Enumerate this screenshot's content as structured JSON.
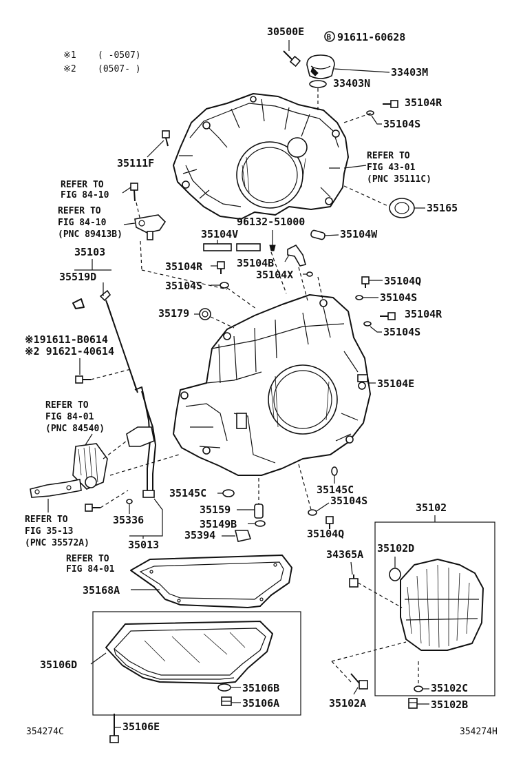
{
  "legend": {
    "note1_mark": "※1",
    "note1_range": "(      -0507)",
    "note2_mark": "※2",
    "note2_range": "(0507-      )"
  },
  "labels": {
    "p30500e": "30500E",
    "p91611_60628": "91611-60628",
    "p33403m": "33403M",
    "p33403n": "33403N",
    "p35104r_a": "35104R",
    "p35104s_a": "35104S",
    "p35111f": "35111F",
    "p35165": "35165",
    "p96132": "96132-51000",
    "p35104v": "35104V",
    "p35104w": "35104W",
    "p35103": "35103",
    "p35519d": "35519D",
    "p35104r_b": "35104R",
    "p35104b": "35104B",
    "p35104x": "35104X",
    "p35104s_b": "35104S",
    "p35104q_a": "35104Q",
    "p35104s_c": "35104S",
    "p35179": "35179",
    "p35104r_c": "35104R",
    "p35104s_d": "35104S",
    "p91611_b0614": "※191611-B0614",
    "p91621_40614": "※2 91621-40614",
    "p35104e": "35104E",
    "p35145c_a": "35145C",
    "p35145c_b": "35145C",
    "p35159": "35159",
    "p35104s_e": "35104S",
    "p35336": "35336",
    "p35149b": "35149B",
    "p35104q_b": "35104Q",
    "p35394": "35394",
    "p35013": "35013",
    "p35102": "35102",
    "p34365a": "34365A",
    "p35102d": "35102D",
    "p35168a": "35168A",
    "p35106d": "35106D",
    "p35106b": "35106B",
    "p35106a": "35106A",
    "p35102c": "35102C",
    "p35102a": "35102A",
    "p35102b": "35102B",
    "p35106e": "35106E",
    "code_left": "354274C",
    "code_right": "354274H"
  },
  "refs": {
    "r1_l1": "REFER TO",
    "r1_l2": "FIG 43-01",
    "r1_l3": "(PNC 35111C)",
    "r2_l1": "REFER TO",
    "r2_l2": "FIG 84-10",
    "r3_l1": "REFER TO",
    "r3_l2": "FIG 84-10",
    "r3_l3": "(PNC 89413B)",
    "r4_l1": "REFER TO",
    "r4_l2": "FIG 84-01",
    "r4_l3": "(PNC 84540)",
    "r5_l1": "REFER TO",
    "r5_l2": "FIG 35-13",
    "r5_l3": "(PNC 35572A)",
    "r6_l1": "REFER TO",
    "r6_l2": "FIG 84-01"
  },
  "symbols": {
    "circled_b": "B"
  }
}
